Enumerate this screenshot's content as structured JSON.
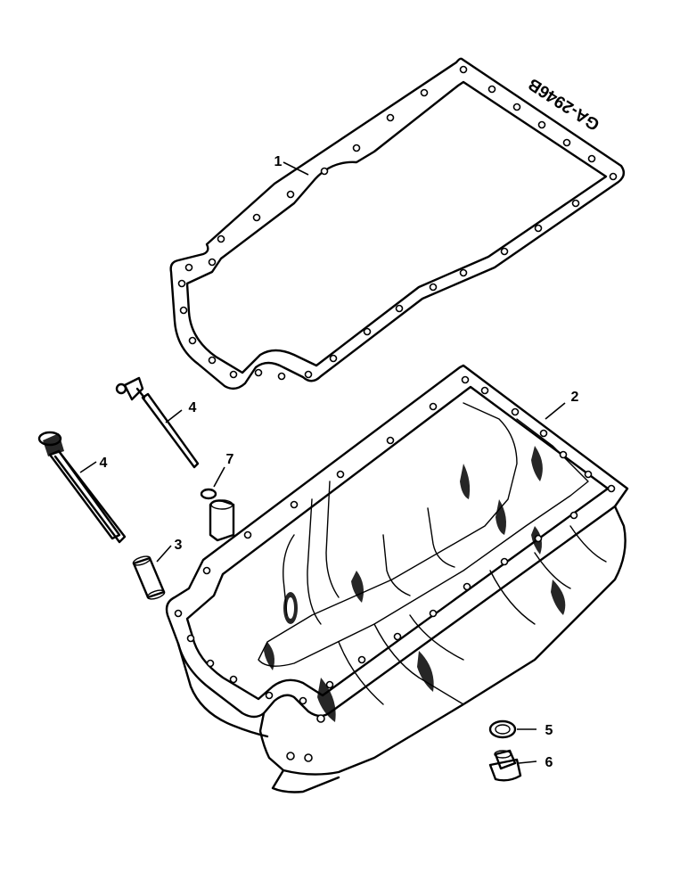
{
  "drawing": {
    "reference_code": "GA-2946B"
  },
  "callouts": [
    {
      "id": "c1",
      "number": "1"
    },
    {
      "id": "c2",
      "number": "2"
    },
    {
      "id": "c3",
      "number": "3"
    },
    {
      "id": "c4a",
      "number": "4"
    },
    {
      "id": "c4b",
      "number": "4"
    },
    {
      "id": "c5",
      "number": "5"
    },
    {
      "id": "c6",
      "number": "6"
    },
    {
      "id": "c7",
      "number": "7"
    }
  ]
}
